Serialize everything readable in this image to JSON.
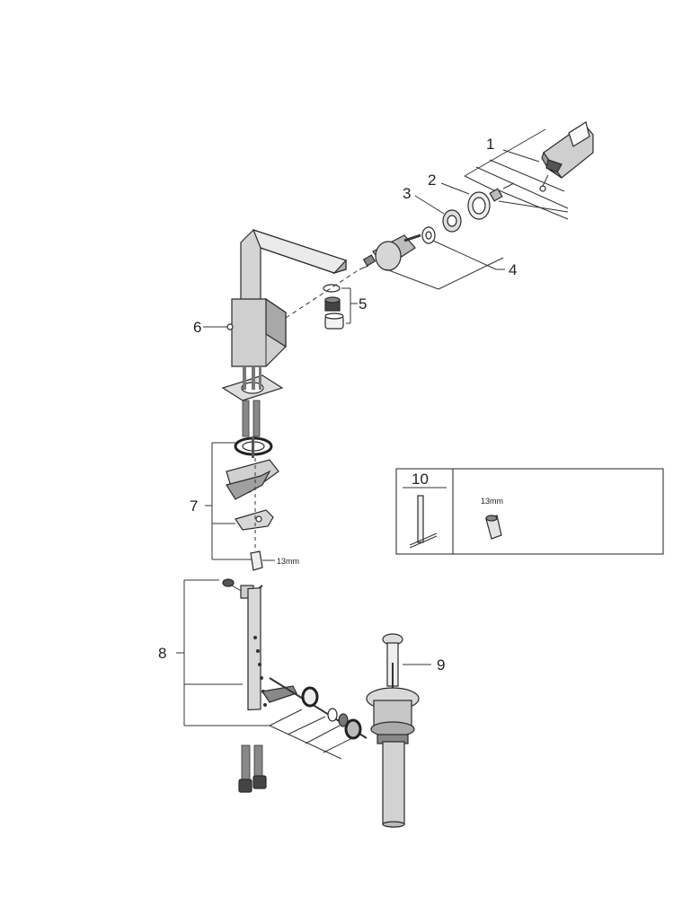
{
  "labels": {
    "p1": "1",
    "p2": "2",
    "p3": "3",
    "p4": "4",
    "p5": "5",
    "p6": "6",
    "p7": "7",
    "p8": "8",
    "p9": "9",
    "p10": "10"
  },
  "wrench_size": "13mm",
  "tool_size": "13mm",
  "icons": [
    "faucet-body",
    "handle-lever",
    "cartridge",
    "aerator",
    "mounting-kit",
    "popup-rod",
    "drain-assembly",
    "hex-key",
    "hex-socket"
  ]
}
